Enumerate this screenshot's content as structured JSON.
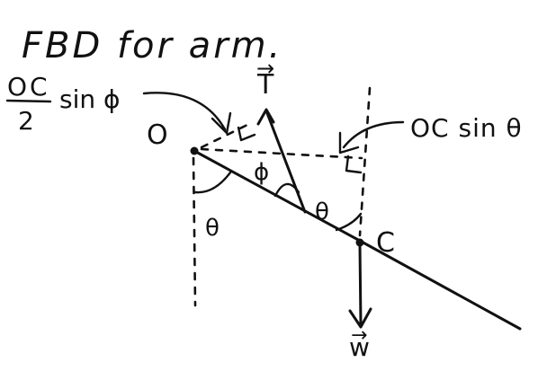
{
  "title": "FBD for arm.",
  "labels": {
    "moment_arm_T": "OC/2 sin φ",
    "moment_arm_T_frac_num": "OC",
    "moment_arm_T_frac_den": "2",
    "moment_arm_T_tail": "sin ϕ",
    "moment_arm_W": "OC sin θ",
    "point_O": "O",
    "point_C": "C",
    "force_T": "T",
    "force_W": "w",
    "vector_arrow": "→",
    "angle_theta_O": "θ",
    "angle_theta_C": "θ",
    "angle_phi": "ϕ"
  },
  "colors": {
    "ink": "#111111",
    "background": "#ffffff"
  }
}
